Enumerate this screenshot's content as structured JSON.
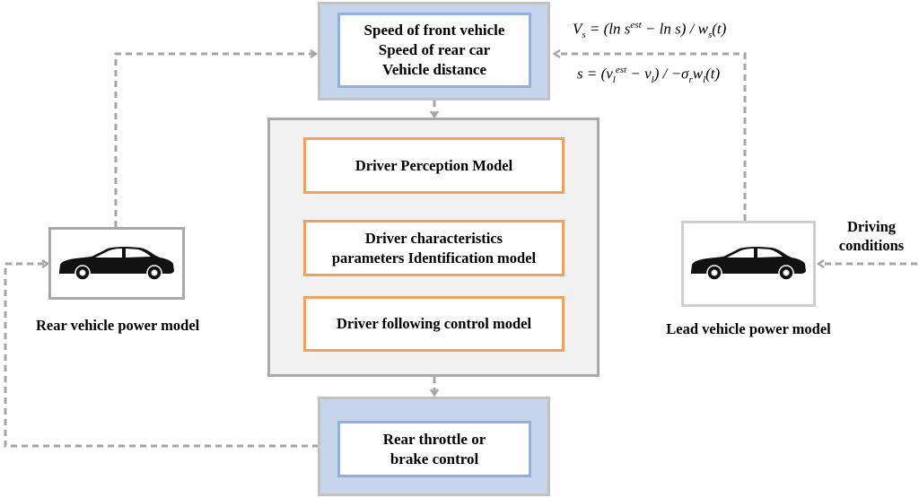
{
  "speed_box": {
    "line1": "Speed of front vehicle",
    "line2": "Speed of rear car",
    "line3": "Vehicle distance"
  },
  "formula_vs": {
    "lhs": "V",
    "lhs_sub": "s",
    "eq": "= (ln s",
    "sup": "est",
    "mid": " − ln s) / w",
    "sub": "s",
    "tail": "(t)"
  },
  "formula_s": {
    "lhs": "s = (v",
    "sub1": "l",
    "sup1": "est",
    "mid": " − v",
    "sub2": "l",
    "mid2": ") / −σ",
    "sub3": "r",
    "mid3": "w",
    "sub4": "l",
    "tail": "(t)"
  },
  "models": {
    "perception": "Driver Perception Model",
    "identification_line1": "Driver characteristics",
    "identification_line2": "parameters Identification model",
    "following": "Driver following control model"
  },
  "rear_vehicle_label": "Rear vehicle power model",
  "lead_vehicle_label": "Lead vehicle power model",
  "driving_conditions": {
    "line1": "Driving",
    "line2": "conditions"
  },
  "control_box": {
    "line1": "Rear throttle or",
    "line2": "brake control"
  },
  "colors": {
    "blue_fill": "#c6d5ec",
    "blue_border": "#8fb1df",
    "orange_border": "#f0a25c",
    "arrow_gray": "#a6a6a6"
  }
}
